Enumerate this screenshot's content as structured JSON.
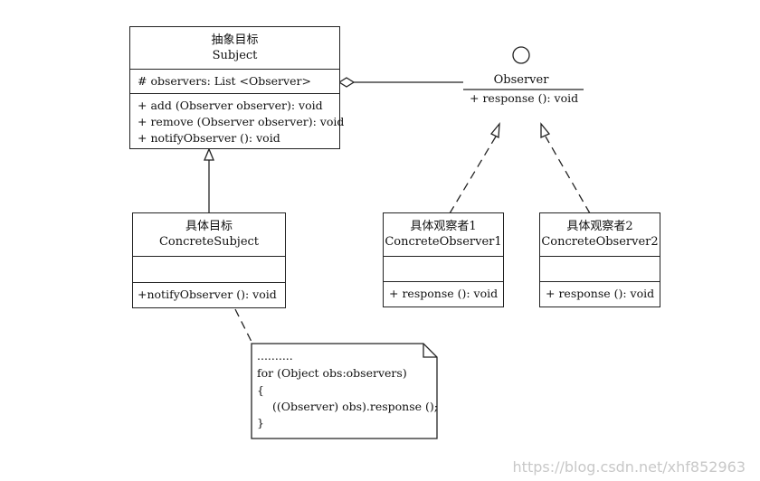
{
  "subject": {
    "name_cn": "抽象目标",
    "name_en": "Subject",
    "attribute": "# observers: List <Observer>",
    "operations": [
      "+ add (Observer observer): void",
      "+ remove (Observer observer): void",
      "+ notifyObserver (): void"
    ]
  },
  "observer": {
    "name": "Observer",
    "operation": "+ response (): void"
  },
  "concrete_subject": {
    "name_cn": "具体目标",
    "name_en": "ConcreteSubject",
    "operation": "+notifyObserver (): void"
  },
  "concrete_observer1": {
    "name_cn": "具体观察者1",
    "name_en": "ConcreteObserver1",
    "operation": "+ response (): void"
  },
  "concrete_observer2": {
    "name_cn": "具体观察者2",
    "name_en": "ConcreteObserver2",
    "operation": "+ response (): void"
  },
  "note": {
    "lines": [
      "..........",
      "for (Object obs:observers)",
      "{",
      "((Observer) obs).response ();",
      "}"
    ]
  },
  "watermark": "https://blog.csdn.net/xhf852963"
}
